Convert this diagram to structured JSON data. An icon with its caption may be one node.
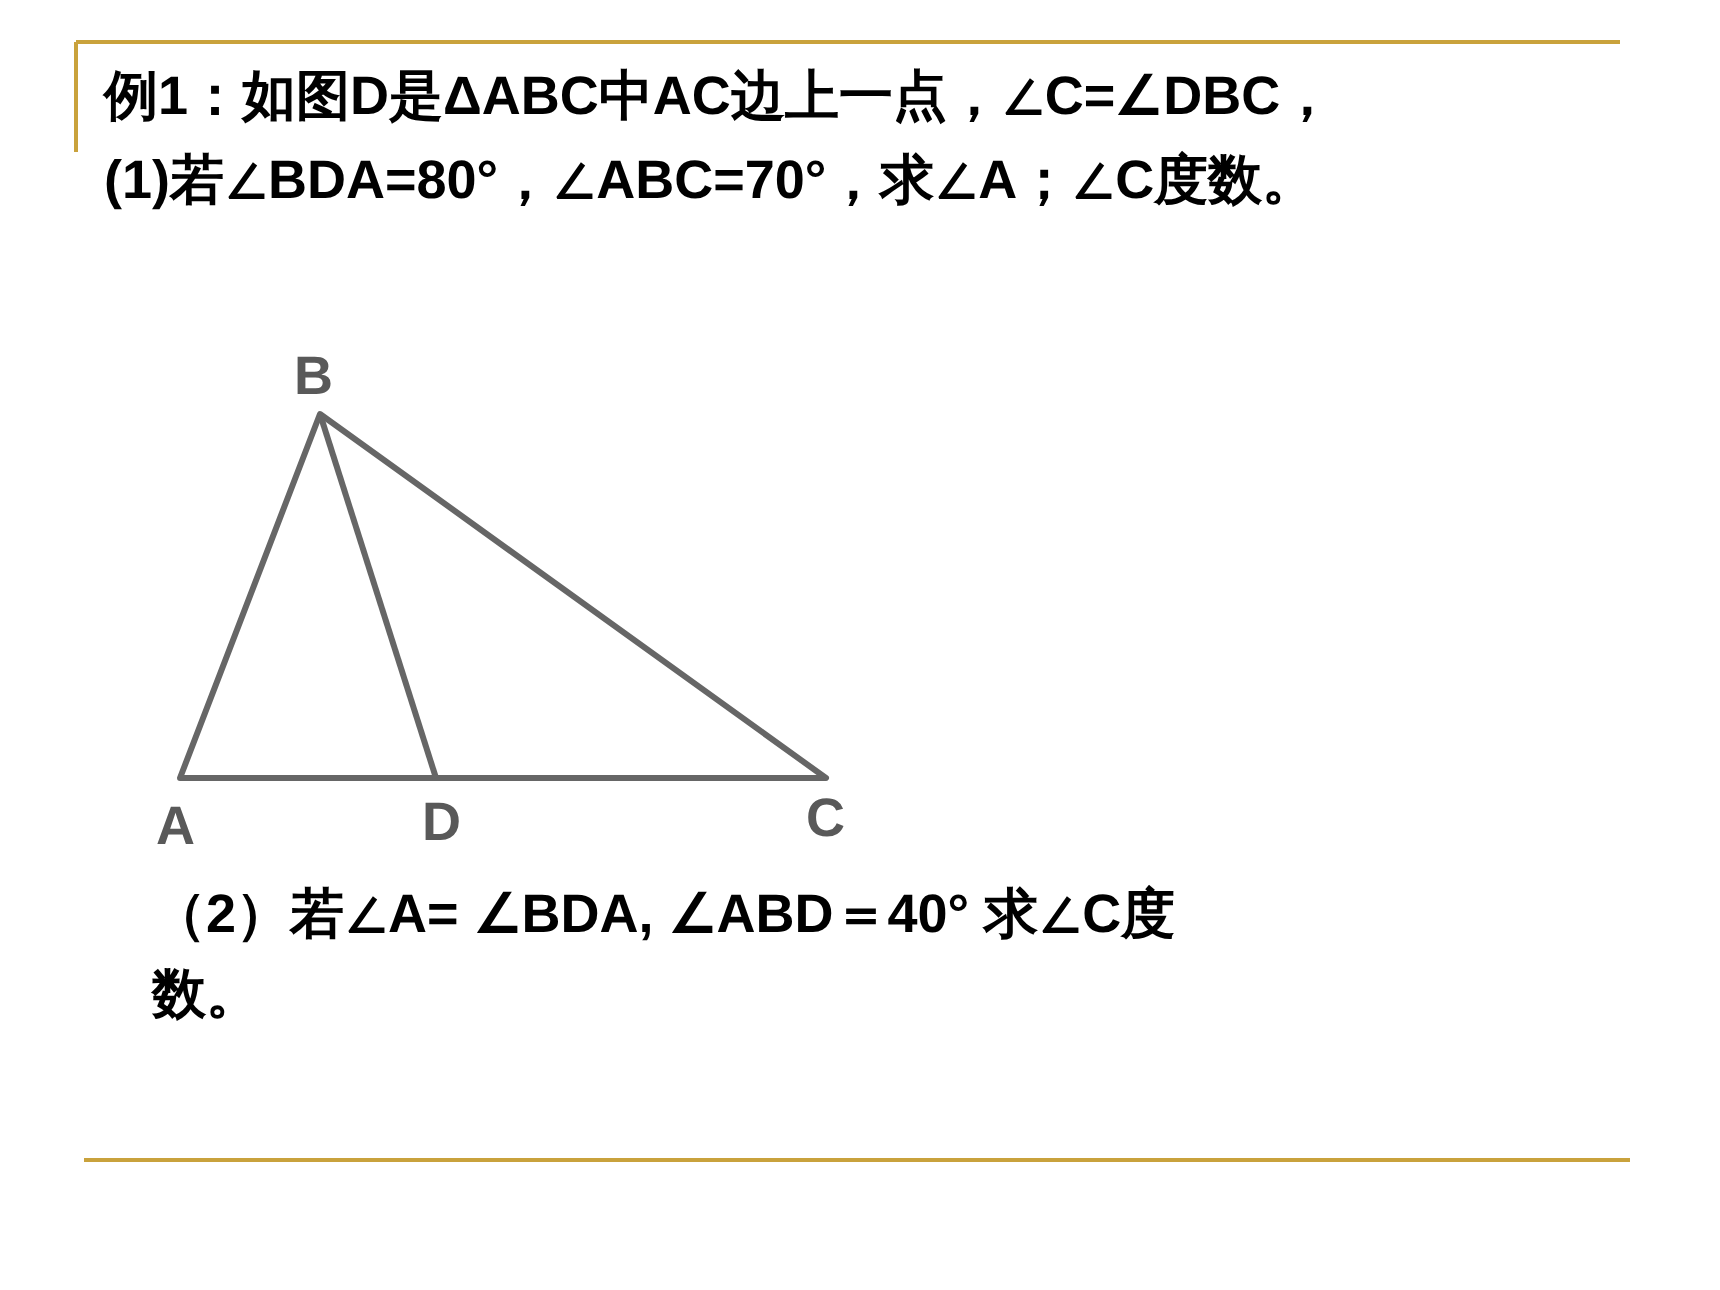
{
  "diagram": {
    "labels": [
      "例1：如图D是ΔABC中AC边上一点，∠C=∠DBC，",
      "(1)若∠BDA=80°，∠ABC=70°，求∠A；∠C度数。",
      "B",
      "A",
      "D",
      "C",
      "（2）若∠A= ∠BDA, ∠ABD＝40° 求∠C度数。"
    ]
  }
}
